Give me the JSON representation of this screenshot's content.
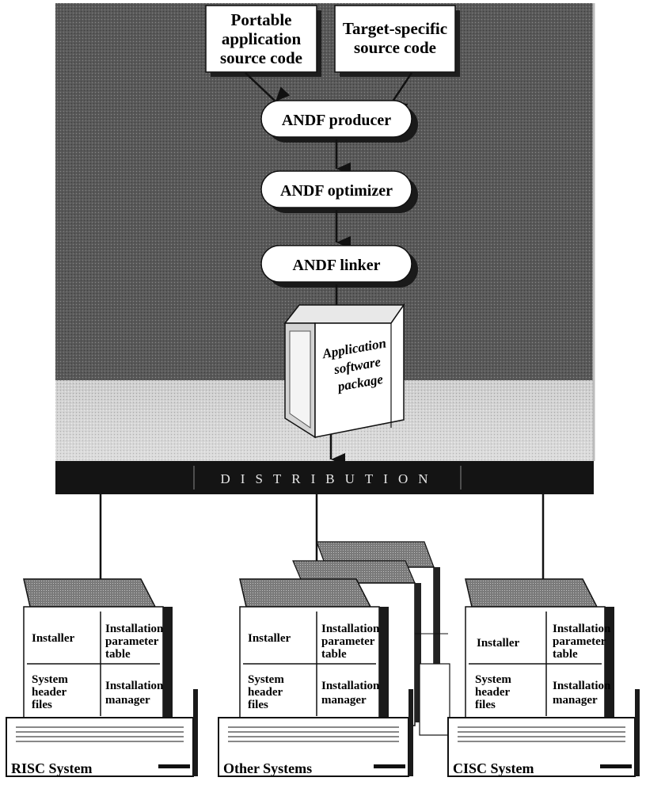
{
  "sources": {
    "portable": [
      "Portable",
      "application",
      "source code"
    ],
    "target_specific": [
      "Target-specific",
      "source code"
    ]
  },
  "pipeline": {
    "producer": "ANDF producer",
    "optimizer": "ANDF optimizer",
    "linker": "ANDF linker"
  },
  "package": [
    "Application",
    "software",
    "package"
  ],
  "distribution_label": "DISTRIBUTION",
  "system_cells": {
    "installer": "Installer",
    "parameter_table": [
      "Installation",
      "parameter",
      "table"
    ],
    "header_files": [
      "System",
      "header",
      "files"
    ],
    "manager": [
      "Installation",
      "manager"
    ]
  },
  "systems": {
    "risc": "RISC System",
    "other": "Other Systems",
    "cisc": "CISC System"
  },
  "colors": {
    "backdrop": "#4f4f4f",
    "bar": "#141414",
    "paper": "#ffffff"
  }
}
